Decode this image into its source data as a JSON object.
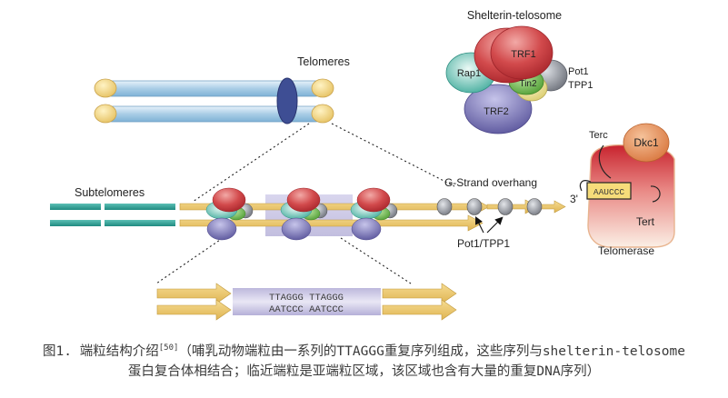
{
  "labels": {
    "shelterin_telosome": "Shelterin-telosome",
    "trf1": "TRF1",
    "rap1": "Rap1",
    "pot1": "Pot1",
    "tin2": "Tin2",
    "tpp1": "TPP1",
    "trf2": "TRF2",
    "telomeres": "Telomeres",
    "subtelomeres": "Subtelomeres",
    "g_strand_overhang": "G-Strand overhang",
    "pot1_tpp1": "Pot1/TPP1",
    "three_prime": "3'",
    "terc": "Terc",
    "dkc1": "Dkc1",
    "aauccc": "AAUCCC",
    "tert": "Tert",
    "telomerase": "Telomerase"
  },
  "sequence": {
    "top": "TTAGGG TTAGGG",
    "bottom": "AATCCC AATCCC"
  },
  "caption": {
    "line1_pre": "图1. 端粒结构介绍",
    "ref": "[50]",
    "line1_post": "（哺乳动物端粒由一系列的TTAGGG重复序列组成，这些序列与shelterin-telosome",
    "line2": "蛋白复合体相结合；临近端粒是亚端粒区域，该区域也含有大量的重复DNA序列）"
  },
  "colors": {
    "chromosome_blue": "#a9cde6",
    "telomere_cap": "#f0d27a",
    "centromere": "#3e4e94",
    "trf1_red": "#c9353a",
    "rap1_teal": "#52b5a8",
    "pot1_gray": "#8c8f96",
    "tin2_green": "#6dbb48",
    "tpp1_yellow": "#eadf86",
    "trf2_purple": "#6f6aad",
    "subtelomere_teal": "#2c9c92",
    "arrow_gold": "#e8c46a",
    "telomerase_pink": "#d8313a",
    "dkc1_orange": "#e08545",
    "tert_peach": "#f7e4d2"
  }
}
